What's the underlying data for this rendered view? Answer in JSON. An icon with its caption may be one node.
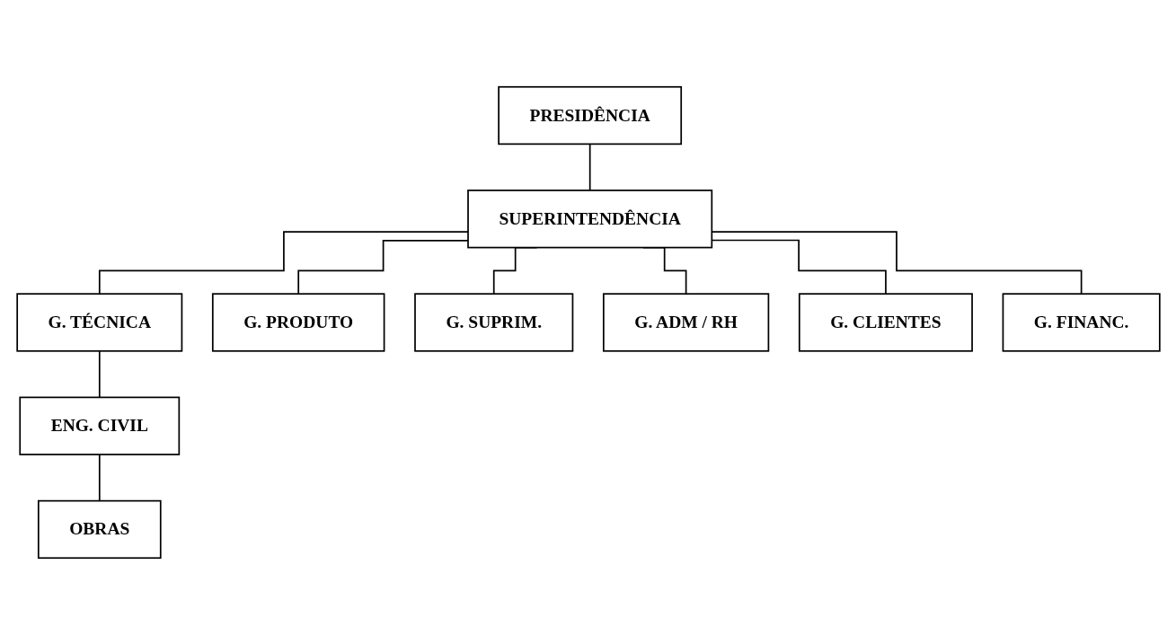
{
  "diagram": {
    "nodes": [
      {
        "text": [
          "PRESIDÊNCIA"
        ]
      },
      {
        "text": [
          "SUPERINTENDÊNCIA"
        ]
      },
      {
        "text": [
          "G. TÉCNICA"
        ]
      },
      {
        "text": [
          "G. PRODUTO"
        ]
      },
      {
        "text": [
          "G. SUPRIM."
        ]
      },
      {
        "text": [
          "G. ADM / RH"
        ]
      },
      {
        "text": [
          "G. CLIENTES"
        ]
      },
      {
        "text": [
          "G. FINANC."
        ]
      },
      {
        "text": [
          "ENG. CIVIL"
        ]
      },
      {
        "text": [
          "OBRAS"
        ]
      }
    ],
    "edges": [
      {
        "from": 0,
        "to": 1,
        "arrow": "none"
      },
      {
        "from": 1,
        "to": 2,
        "arrow": "none"
      },
      {
        "from": 1,
        "to": 3,
        "arrow": "none"
      },
      {
        "from": 1,
        "to": 4,
        "arrow": "none"
      },
      {
        "from": 1,
        "to": 5,
        "arrow": "none"
      },
      {
        "from": 1,
        "to": 6,
        "arrow": "none"
      },
      {
        "from": 1,
        "to": 7,
        "arrow": "none"
      },
      {
        "from": 2,
        "to": 8,
        "arrow": "none"
      },
      {
        "from": 8,
        "to": 9,
        "arrow": "none"
      }
    ]
  }
}
